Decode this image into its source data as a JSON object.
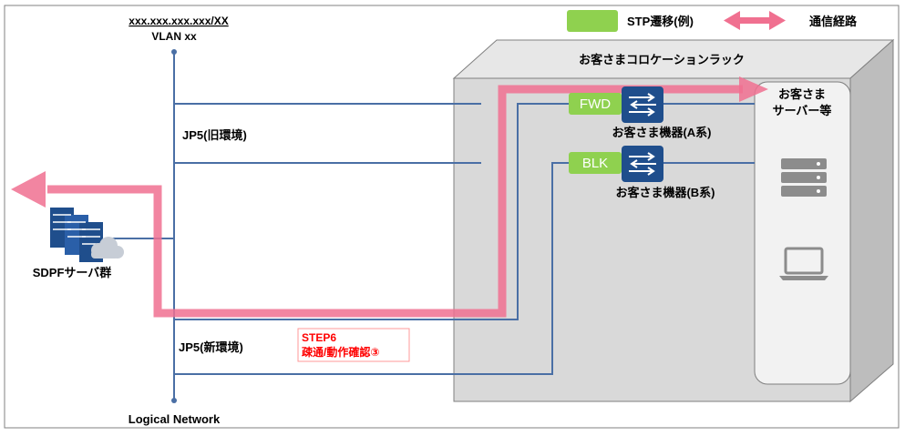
{
  "network": {
    "subnet": "xxx.xxx.xxx.xxx/XX",
    "vlan": "VLAN xx",
    "logical_network": "Logical Network",
    "jp5_old": "JP5(旧環境)",
    "jp5_new": "JP5(新環境)"
  },
  "sdpf": {
    "label": "SDPFサーバ群"
  },
  "legend": {
    "stp_label": "STP遷移(例)",
    "flow_label": "通信経路"
  },
  "rack": {
    "title": "お客さまコロケーションラック",
    "server_label_1": "お客さま",
    "server_label_2": "サーバー等"
  },
  "devices": {
    "a": {
      "port_state": "FWD",
      "label": "お客さま機器(A系)"
    },
    "b": {
      "port_state": "BLK",
      "label": "お客さま機器(B系)"
    }
  },
  "step": {
    "title": "STEP6",
    "text": "疎通/動作確認③"
  },
  "colors": {
    "network_line": "#4a6fa5",
    "flow_path": "#f07090",
    "stp_green": "#8fd14f",
    "device_blue": "#1f4e8c",
    "rack_face": "#d9d9d9",
    "rack_top": "#e7e7e7",
    "rack_side": "#bdbdbd",
    "step_red": "#ff0000"
  }
}
